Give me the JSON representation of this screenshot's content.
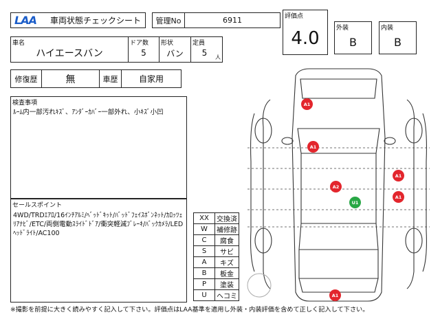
{
  "header": {
    "logo": "LAA",
    "sheet_title": "車両状態チェックシート",
    "mgmt_label": "管理No",
    "mgmt_value": "6911"
  },
  "grade": {
    "label": "評価点",
    "value": "4.0"
  },
  "exterior": {
    "label": "外装",
    "value": "B"
  },
  "interior": {
    "label": "内装",
    "value": "B"
  },
  "vehicle": {
    "name_label": "車名",
    "name": "ハイエースバン",
    "doors_label": "ドア数",
    "doors": "5",
    "shape_label": "形状",
    "shape": "バン",
    "capacity_label": "定員",
    "capacity": "5",
    "capacity_unit": "人"
  },
  "history": {
    "repair_label": "修復歴",
    "repair": "無",
    "use_label": "車歴",
    "use": "自家用"
  },
  "inspection": {
    "label": "検査事項",
    "text": "ﾙｰﾑ内一部汚れｷｽﾞ、ｱﾝﾀﾞｰｶﾊﾞｰ一部外れ、小ｷｽﾞ小凹"
  },
  "sales": {
    "label": "セールスポイント",
    "text": "4WD/TRDｴｱﾛ/16ｲﾝﾁｱﾙﾐ/ﾍﾞｯﾄﾞｷｯﾄ/ﾊﾞｯﾄﾞﾌｪｲｽﾎﾞﾝﾈｯﾄ/ｶﾛｯﾂｪﾘｱﾅﾋﾞ/ETC/両側電動ｽﾗｲﾄﾞﾄﾞｱ/衝突軽減ﾌﾞﾚｰｷ/ﾊﾞｯｸｶﾒﾗ/LEDﾍｯﾄﾞﾗｲﾄ/AC100"
  },
  "codes": [
    {
      "code": "XX",
      "meaning": "交換済"
    },
    {
      "code": "W",
      "meaning": "補修跡"
    },
    {
      "code": "C",
      "meaning": "腐食"
    },
    {
      "code": "S",
      "meaning": "サビ"
    },
    {
      "code": "A",
      "meaning": "キズ"
    },
    {
      "code": "B",
      "meaning": "板金"
    },
    {
      "code": "P",
      "meaning": "塗装"
    },
    {
      "code": "U",
      "meaning": "ヘコミ"
    }
  ],
  "damage_marks": [
    {
      "label": "A1",
      "color": "red"
    },
    {
      "label": "A1",
      "color": "red"
    },
    {
      "label": "A1",
      "color": "red"
    },
    {
      "label": "A2",
      "color": "red"
    },
    {
      "label": "U1",
      "color": "green"
    },
    {
      "label": "A1",
      "color": "red"
    },
    {
      "label": "A1",
      "color": "red"
    }
  ],
  "footer": "※撮影を前提に大きく読みやすく記入して下さい。評価点はLAA基準を適用し外装・内装評価を含めて正しく記入して下さい。"
}
